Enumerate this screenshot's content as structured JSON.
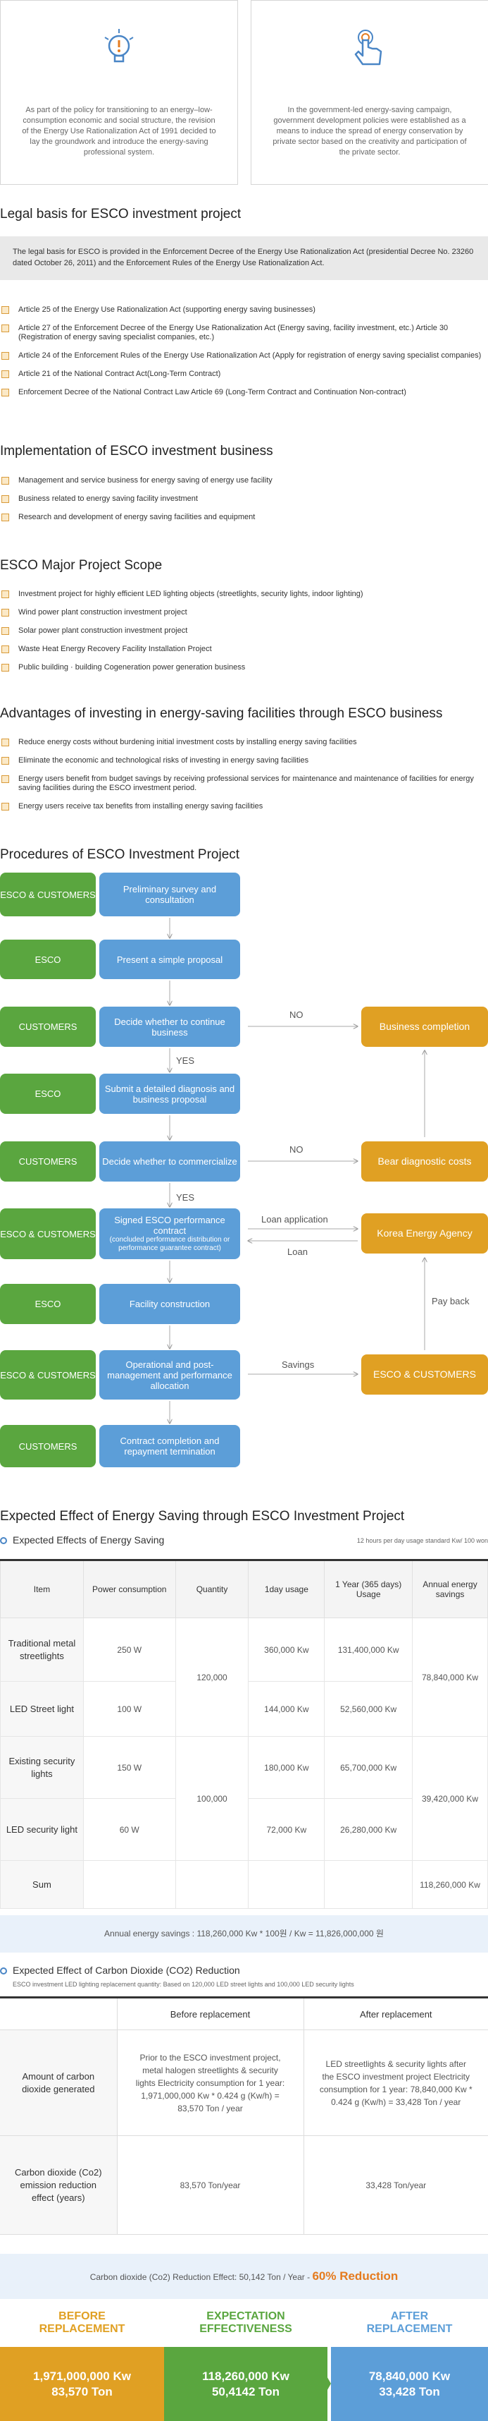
{
  "cards": [
    {
      "icon": "lightbulb-icon",
      "text": "As part of the policy for transitioning to an energy–low-consumption economic and social structure, the revision of the Energy Use Rationalization Act of 1991 decided to lay the groundwork and introduce the energy-saving professional system."
    },
    {
      "icon": "hand-touch-icon",
      "text": "In the government-led energy-saving campaign, government development policies were established as a means to induce the spread of energy conservation by private sector based on the creativity and participation of the private sector."
    }
  ],
  "legal": {
    "title": "Legal basis for ESCO investment project",
    "box": "The legal basis for ESCO is provided in the Enforcement Decree of the Energy Use Rationalization Act (presidential Decree No. 23260 dated October 26, 2011) and the Enforcement Rules of the Energy Use Rationalization Act.",
    "items": [
      "Article 25 of the Energy Use Rationalization Act (supporting energy saving businesses)",
      "Article 27 of the Enforcement Decree of the Energy Use Rationalization Act (Energy saving, facility investment, etc.) Article 30 (Registration of energy saving specialist companies, etc.)",
      "Article 24 of the Enforcement Rules of the Energy Use Rationalization Act (Apply for registration of energy saving specialist companies)",
      "Article 21 of the National Contract Act(Long-Term Contract)",
      "Enforcement Decree of the National Contract Law Article 69 (Long-Term Contract and Continuation Non-contract)"
    ]
  },
  "impl": {
    "title": "Implementation of ESCO investment business",
    "items": [
      "Management and service business for energy saving of energy use facility",
      "Business related to energy saving facility investment",
      "Research and development of energy saving facilities and equipment"
    ]
  },
  "scope": {
    "title": "ESCO Major Project Scope",
    "items": [
      "Investment project for highly efficient LED lighting objects (streetlights, security lights, indoor lighting)",
      "Wind power plant construction investment project",
      "Solar power plant construction investment project",
      "Waste Heat Energy Recovery Facility Installation Project",
      "Public building · building Cogeneration power generation business"
    ]
  },
  "adv": {
    "title": "Advantages of investing in energy-saving facilities through ESCO business",
    "items": [
      "Reduce energy costs without burdening initial investment costs by installing energy saving facilities",
      "Eliminate the economic and technological risks of investing in energy saving facilities",
      "Energy users benefit from budget savings by receiving professional services for maintenance and maintenance of facilities for energy saving facilities during the ESCO investment period.",
      "Energy users receive tax benefits from installing energy saving facilities"
    ]
  },
  "proc": {
    "title": "Procedures of ESCO Investment Project",
    "left": [
      "ESCO & CUSTOMERS",
      "ESCO",
      "CUSTOMERS",
      "ESCO",
      "CUSTOMERS",
      "ESCO & CUSTOMERS",
      "ESCO",
      "ESCO & CUSTOMERS",
      "CUSTOMERS"
    ],
    "mid": [
      "Preliminary survey and consultation",
      "Present a simple proposal",
      "Decide whether to continue business",
      "Submit a detailed diagnosis and business proposal",
      "Decide whether to commercialize",
      "Signed ESCO performance contract",
      "Facility construction",
      "Operational and post-management and performance allocation",
      "Contract completion and repayment termination"
    ],
    "mid_sub": "(concluded performance distribution or performance guarantee contract)",
    "right": [
      "Business completion",
      "Bear diagnostic costs",
      "Korea Energy Agency",
      "ESCO & CUSTOMERS"
    ],
    "labels": {
      "no": "NO",
      "yes": "YES",
      "loan_app": "Loan application",
      "loan": "Loan",
      "payback": "Pay back",
      "savings": "Savings"
    }
  },
  "effect": {
    "title": "Expected Effect of Energy Saving through ESCO Investment Project",
    "sub1": "Expected Effects of Energy Saving",
    "std": "12 hours per day usage standard Kw/ 100 won",
    "headers": [
      "Item",
      "Power consumption",
      "Quantity",
      "1day usage",
      "1 Year (365 days) Usage",
      "Annual energy savings"
    ],
    "rows": [
      {
        "item": "Traditional metal streetlights",
        "power": "250 W",
        "day": "360,000 Kw",
        "year": "131,400,000 Kw"
      },
      {
        "item": "LED Street light",
        "power": "100 W",
        "day": "144,000 Kw",
        "year": "52,560,000 Kw"
      },
      {
        "item": "Existing security lights",
        "power": "150 W",
        "day": "180,000 Kw",
        "year": "65,700,000 Kw"
      },
      {
        "item": "LED security light",
        "power": "60 W",
        "day": "72,000 Kw",
        "year": "26,280,000 Kw"
      }
    ],
    "qty1": "120,000",
    "qty2": "100,000",
    "save1": "78,840,000 Kw",
    "save2": "39,420,000 Kw",
    "sum_label": "Sum",
    "sum": "118,260,000 Kw",
    "annual": "Annual energy savings : 118,260,000 Kw * 100원 / Kw = 11,826,000,000 원"
  },
  "co2": {
    "sub": "Expected Effect of Carbon Dioxide (CO2) Reduction",
    "note": "ESCO investment LED lighting replacement quantity: Based on 120,000 LED street lights and 100,000 LED security lights",
    "headers": [
      "",
      "Before replacement",
      "After replacement"
    ],
    "row1_label": "Amount of carbon dioxide generated",
    "row1_before": "Prior to the ESCO investment project, metal halogen streetlights & security lights Electricity consumption for 1 year: 1,971,000,000 Kw * 0.424 g (Kw/h) = 83,570 Ton / year",
    "row1_after": "LED streetlights & security lights after the ESCO investment project Electricity consumption for 1 year: 78,840,000 Kw * 0.424 g (Kw/h) = 33,428 Ton / year",
    "row2_label": "Carbon dioxide (Co2) emission reduction effect (years)",
    "row2_before": "83,570 Ton/year",
    "row2_after": "33,428 Ton/year",
    "reduction_text": "Carbon dioxide (Co2) Reduction Effect: 50,142 Ton / Year - ",
    "reduction_pct": "60% Reduction"
  },
  "summary": [
    {
      "title1": "BEFORE",
      "title2": "REPLACEMENT",
      "v1": "1,971,000,000 Kw",
      "v2": "83,570 Ton"
    },
    {
      "title1": "EXPECTATION",
      "title2": "EFFECTIVENESS",
      "v1": "118,260,000 Kw",
      "v2": "50,4142 Ton"
    },
    {
      "title1": "AFTER",
      "title2": "REPLACEMENT",
      "v1": "78,840,000 Kw",
      "v2": "33,428 Ton"
    }
  ],
  "colors": {
    "green": "#5aa63f",
    "blue": "#5c9ed8",
    "orange": "#e0a023",
    "accent": "#e57b1e"
  }
}
